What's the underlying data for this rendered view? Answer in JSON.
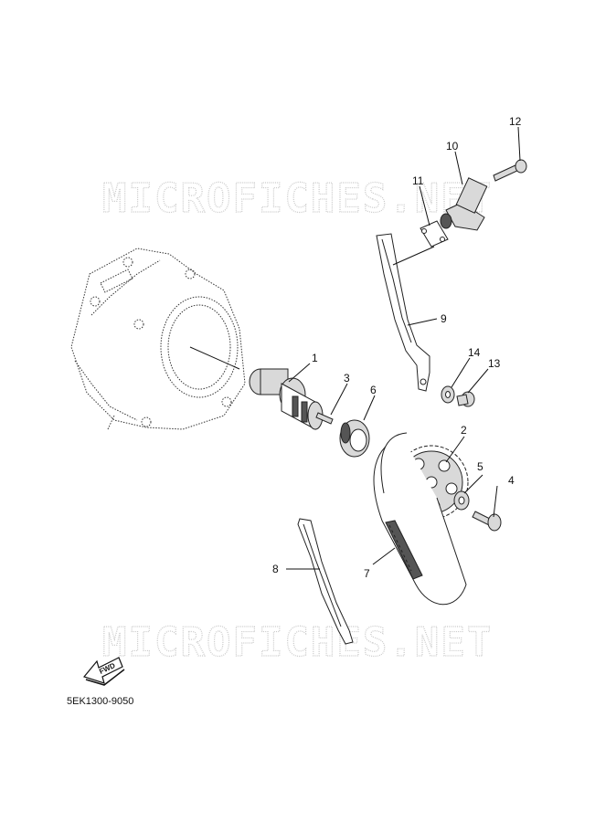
{
  "watermark": "MICROFICHES.NET",
  "diagram_code": "5EK1300-9050",
  "fwd_label": "FWD",
  "callouts": {
    "p1": "1",
    "p2": "2",
    "p3": "3",
    "p4": "4",
    "p5": "5",
    "p6": "6",
    "p7": "7",
    "p8": "8",
    "p9": "9",
    "p10": "10",
    "p11": "11",
    "p12": "12",
    "p13": "13",
    "p14": "14"
  }
}
